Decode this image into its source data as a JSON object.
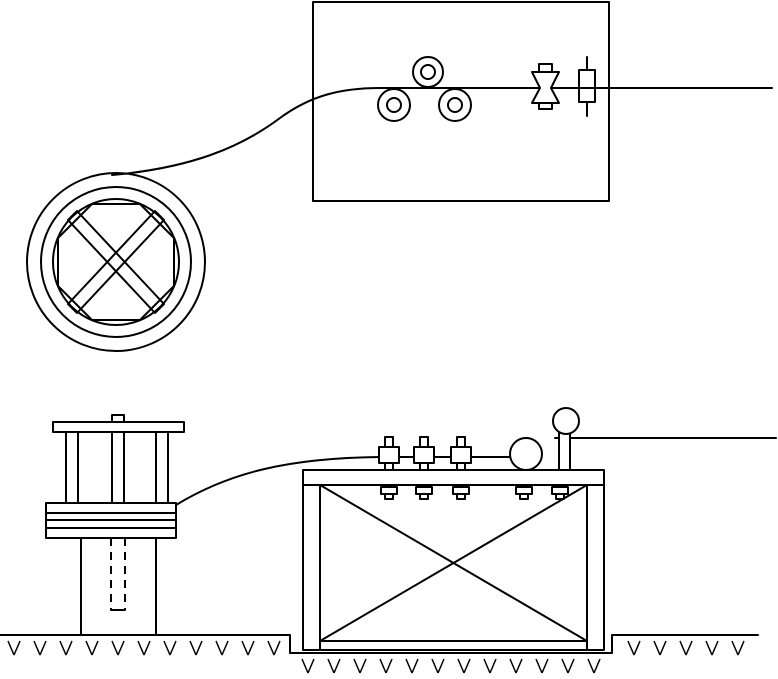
{
  "diagram": {
    "type": "technical line drawing",
    "views": [
      "top-view",
      "side-view"
    ],
    "text_labels": []
  },
  "colors": {
    "line": "#000000",
    "background": "#ffffff"
  }
}
